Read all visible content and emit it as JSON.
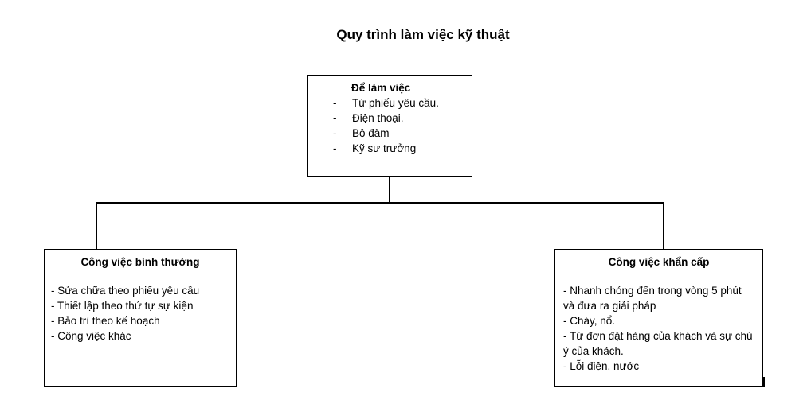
{
  "title": "Quy trình làm việc kỹ thuật",
  "top_box": {
    "heading": "Để làm việc",
    "items": [
      "Từ phiếu yêu cầu.",
      "Điện thoại.",
      "Bộ đàm",
      "Kỹ sư trưởng"
    ],
    "bullet": "-"
  },
  "left_box": {
    "heading": "Công việc bình thường",
    "items": [
      "- Sửa chữa theo phiếu yêu cầu",
      "- Thiết lập theo thứ tự sự kiện",
      "- Bảo trì theo kế hoạch",
      "- Công việc khác"
    ]
  },
  "right_box": {
    "heading": "Công việc khẩn cấp",
    "items": [
      "- Nhanh chóng đến trong vòng 5 phút và đưa ra giải pháp",
      "- Cháy, nổ.",
      "- Từ đơn đặt hàng của khách và sự chú ý của khách.",
      "- Lỗi điện, nước"
    ]
  },
  "colors": {
    "line": "#000000",
    "background": "#ffffff"
  }
}
